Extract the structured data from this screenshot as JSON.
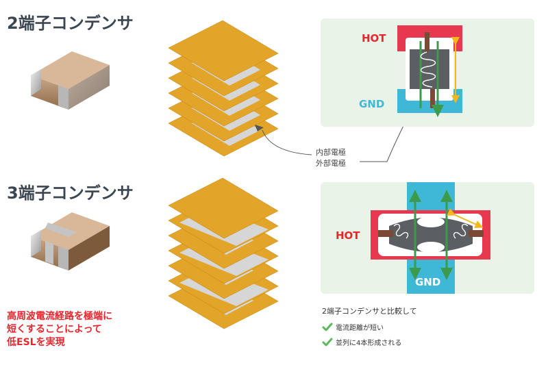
{
  "sections": {
    "two_terminal_title": "2端子コンデンサ",
    "three_terminal_title": "3端子コンデンサ"
  },
  "labels": {
    "internal_electrode": "内部電極",
    "external_electrode": "外部電極",
    "hot": "HOT",
    "gnd": "GND"
  },
  "note_lines": [
    "高周波電流経路を極端に",
    "短くすることによって",
    "低ESLを実現"
  ],
  "comparison": {
    "title": "2端子コンデンサと比較して",
    "items": [
      "電流距離が短い",
      "並列に4本形成される"
    ]
  },
  "colors": {
    "electrode_gold": "#e2a529",
    "hot_red": "#e8384f",
    "gnd_blue": "#3fb8d8",
    "panel_green": "#e9f3e8",
    "arrow_green": "#3c9a4c",
    "arrow_yellow": "#f2b81c",
    "note_red": "#e8262d"
  }
}
